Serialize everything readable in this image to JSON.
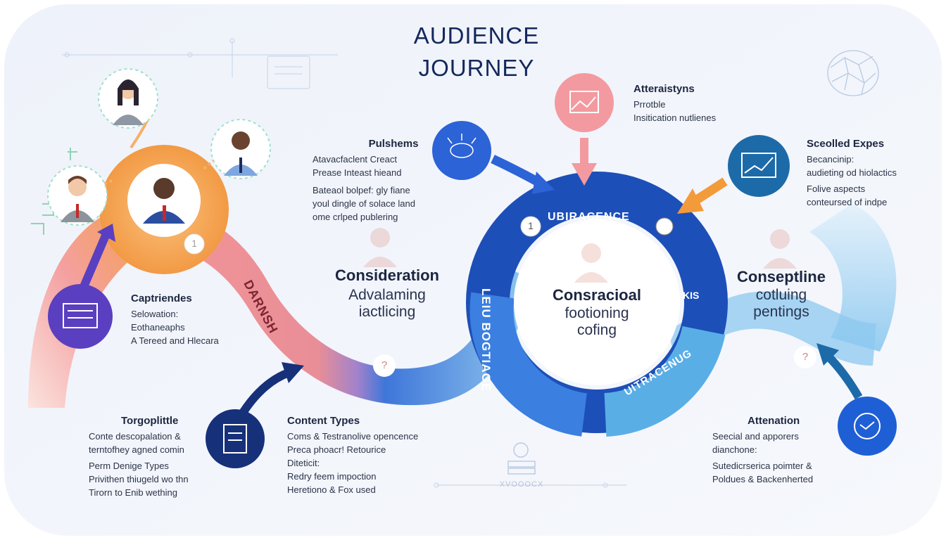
{
  "title": {
    "line1": "AUDIENCE",
    "line2": "JOURNEY"
  },
  "colors": {
    "orange": "#f5a04a",
    "salmon": "#ef8a8f",
    "blue": "#1d4fb8",
    "sky": "#5aaee6",
    "purple": "#5a3fc0",
    "navy": "#17307a",
    "pink": "#f39aa0",
    "lightblue": "#8cc8ef"
  },
  "icons": {
    "persona_top": "user-avatar-icon",
    "persona_left": "user-avatar-icon",
    "persona_center": "user-avatar-icon",
    "persona_right": "user-avatar-icon",
    "purple_circle": "document-icon",
    "navy_circle": "document-icon",
    "blue_top_circle": "sparkle-icon",
    "pink_circle": "image-icon",
    "teal_circle": "chart-icon",
    "blue_bottom_circle": "handshake-icon",
    "brain": "brain-network-icon"
  },
  "block_left": {
    "title": "Captriendes",
    "lines": [
      "Selowation:",
      "Eothaneaphs",
      "A Tereed and Hlecara"
    ]
  },
  "block_pulshems": {
    "title": "Pulshems",
    "lines": [
      "Atavacfaclent Creact",
      "Prease Inteast hieand",
      "Bateaol bolpef: gly fiane",
      "youl dingle of solace land",
      "ome crlped publering"
    ]
  },
  "block_consideration": {
    "title": "Consideration",
    "sub1": "Advalaming",
    "sub2": "iactlicing"
  },
  "block_center": {
    "title": "Consracioal",
    "sub1": "footioning",
    "sub2": "cofing"
  },
  "block_conseptline": {
    "title": "Conseptline",
    "sub1": "cotluing",
    "sub2": "pentings"
  },
  "block_atteraistyns": {
    "title": "Atteraistyns",
    "lines": [
      "Prrotble",
      "Insitication nutlienes"
    ]
  },
  "block_scealed": {
    "title": "Sceolled Expes",
    "lines": [
      "Becancinip:",
      "audieting od hiolactics",
      "Folive aspects",
      "conteursed of indpe"
    ]
  },
  "block_torgo": {
    "title": "Torgoplittle",
    "lines": [
      "Conte descopalation &",
      "terntofhey agned comin",
      "Perm Denige Types",
      "Privithen thiugeld wo thn",
      "Tirorn to Enib wething"
    ]
  },
  "block_content": {
    "title": "Content Types",
    "lines": [
      "Coms & Testranolive opencence",
      "Preca phoacr! Retourice",
      "Diteticit:",
      "Redry feem impoction",
      "Heretiono & Fox used"
    ]
  },
  "block_attenation": {
    "title": "Attenation",
    "lines": [
      "Seecial and apporers",
      "dianchone:",
      "Sutedicrserica poimter &",
      "Poldues & Backenherted"
    ]
  },
  "ring_labels": {
    "wave_left": "DARNSH",
    "ring_top": "UBIRACENCE",
    "ring_left": "LEIU BOGTIAGE",
    "ring_bottom": "UITRACENUG",
    "ring_right": "KIS"
  },
  "markers": {
    "m1": "1",
    "m2": "1",
    "m3": "?",
    "m4": "?"
  },
  "footer_caption": "XVOOOCX"
}
